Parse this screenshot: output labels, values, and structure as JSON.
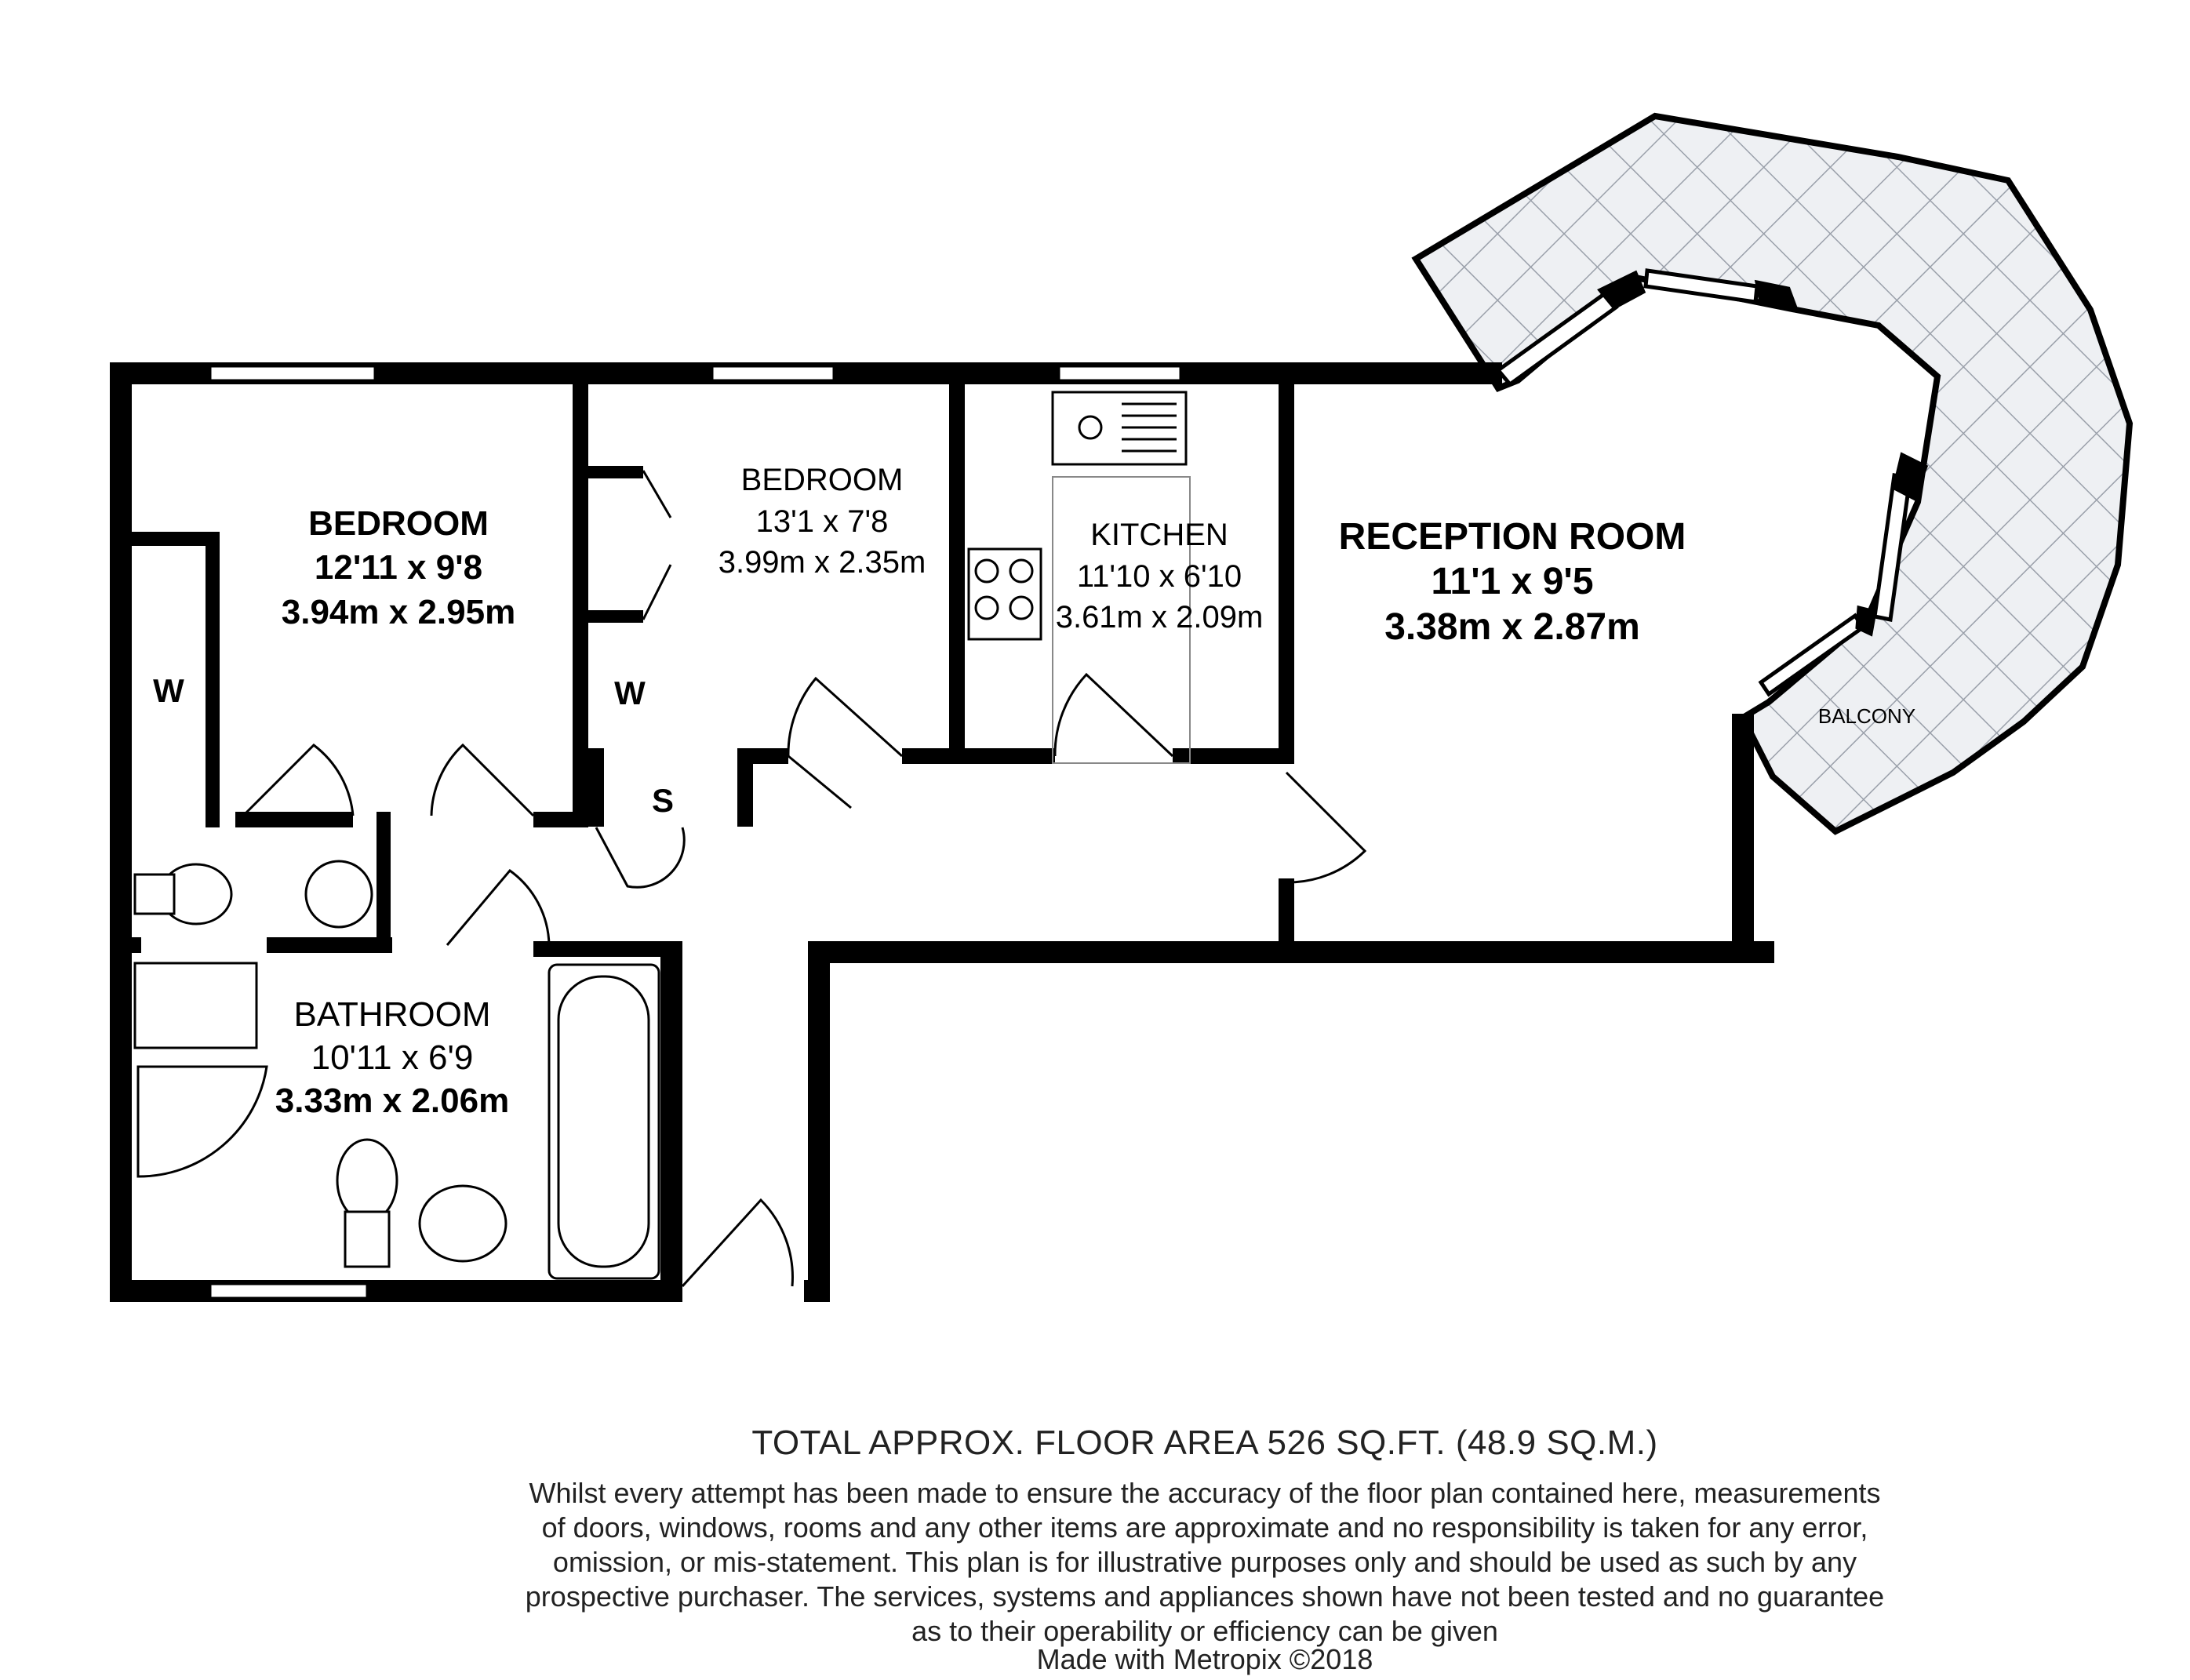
{
  "rooms": {
    "bedroom1": {
      "name": "BEDROOM",
      "imperial": "12'11 x 9'8",
      "metric": "3.94m x 2.95m"
    },
    "bedroom2": {
      "name": "BEDROOM",
      "imperial": "13'1 x 7'8",
      "metric": "3.99m x 2.35m"
    },
    "kitchen": {
      "name": "KITCHEN",
      "imperial": "11'10 x 6'10",
      "metric": "3.61m x 2.09m"
    },
    "reception": {
      "name": "RECEPTION ROOM",
      "imperial": "11'1 x 9'5",
      "metric": "3.38m x 2.87m"
    },
    "bathroom": {
      "name": "BATHROOM",
      "imperial": "10'11 x 6'9",
      "metric": "3.33m x 2.06m"
    },
    "balcony": {
      "name": "BALCONY"
    }
  },
  "storage": {
    "wardrobe1": "W",
    "wardrobe2": "W",
    "store": "S"
  },
  "footer": {
    "total_area": "TOTAL APPROX. FLOOR AREA 526 SQ.FT. (48.9 SQ.M.)",
    "disclaimer_lines": [
      "Whilst every attempt has been made to ensure the accuracy of the floor plan contained here, measurements",
      "of doors, windows, rooms and any other items are approximate and no responsibility is taken for any error,",
      "omission, or mis-statement. This plan is for illustrative purposes only and should be used as such by any",
      "prospective purchaser. The services, systems and appliances shown have not been tested and no guarantee",
      "as to their operability or efficiency can be given"
    ],
    "credit": "Made with Metropix ©2018"
  }
}
